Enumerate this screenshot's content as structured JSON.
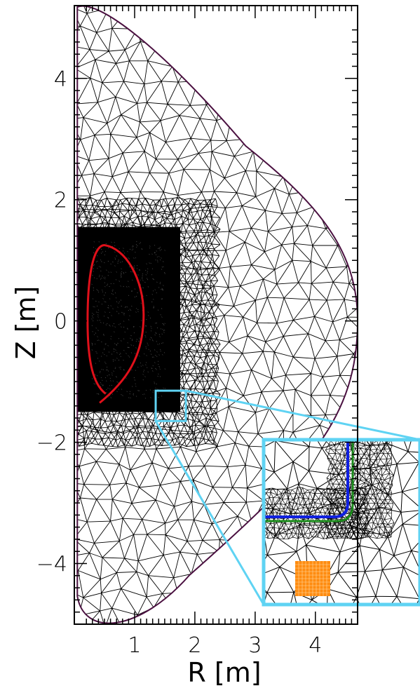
{
  "chart_data": {
    "type": "mesh",
    "xlabel": "R [m]",
    "ylabel": "Z [m]",
    "xlim": [
      0.0,
      4.7
    ],
    "ylim": [
      -5.0,
      5.2
    ],
    "x_ticks": [
      1,
      2,
      3,
      4
    ],
    "x_tick_labels": [
      "1",
      "2",
      "3",
      "4"
    ],
    "y_ticks": [
      4,
      2,
      0,
      -2,
      -4
    ],
    "y_tick_labels": [
      "4",
      "2",
      "0",
      "−2",
      "−4"
    ],
    "grid": false,
    "legend": "none",
    "boundary": {
      "color": "#4a1040",
      "r_min": 0.05,
      "r_max": 4.7,
      "z_top": 5.2,
      "z_bottom": -5.0
    },
    "dense_region": {
      "r": [
        0.05,
        1.85
      ],
      "z": [
        -1.5,
        1.55
      ]
    },
    "plasma_contour": {
      "color": "#e0101a",
      "points": [
        [
          0.45,
          1.25
        ],
        [
          0.75,
          1.15
        ],
        [
          1.0,
          0.85
        ],
        [
          1.15,
          0.3
        ],
        [
          1.12,
          -0.3
        ],
        [
          0.95,
          -0.8
        ],
        [
          0.7,
          -1.1
        ],
        [
          0.4,
          -1.35
        ]
      ]
    },
    "zoom_box": {
      "color": "#5fd3f3",
      "r": [
        1.35,
        1.85
      ],
      "z": [
        -1.65,
        -1.15
      ]
    },
    "inset": {
      "colors": {
        "frame": "#5fd3f3",
        "wall_blue": "#1020e0",
        "wall_green": "#1a8a1a",
        "coil": "#ff8c10"
      }
    }
  }
}
